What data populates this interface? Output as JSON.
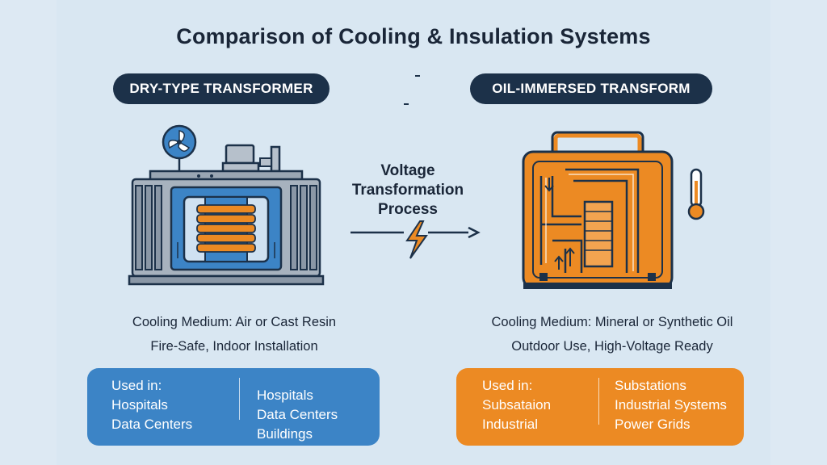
{
  "title": "Comparison of Cooling & Insulation Systems",
  "left": {
    "header": "DRY-TYPE TRANSFORMER",
    "desc_line1": "Cooling Medium: Air or Cast Resin",
    "desc_line2": "Fire-Safe, Indoor Installation",
    "box": {
      "col1": [
        "Used in:",
        "Hospitals",
        "Data Centers"
      ],
      "col2": [
        "Hospitals",
        "Data Centers",
        "Buildings"
      ]
    }
  },
  "center": {
    "label_lines": [
      "Voltage",
      "Transformation",
      "Process"
    ]
  },
  "right": {
    "header": "OIL-IMMERSED TRANSFORM",
    "desc_line1": "Cooling Medium: Mineral or Synthetic Oil",
    "desc_line2": "Outdoor Use, High-Voltage Ready",
    "box": {
      "col1": [
        "Used in:",
        "Subsataion",
        "Industrial"
      ],
      "col2": [
        "Substations",
        "Industrial Systems",
        "Power Grids"
      ]
    }
  },
  "colors": {
    "navy": "#1c3149",
    "blue": "#3c84c6",
    "orange": "#ec8a23",
    "gray": "#8a97a6",
    "background": "#dde9f3"
  },
  "icons": [
    "fan-icon",
    "lightning-bolt-icon",
    "thermometer-icon",
    "arrow-right-icon"
  ]
}
